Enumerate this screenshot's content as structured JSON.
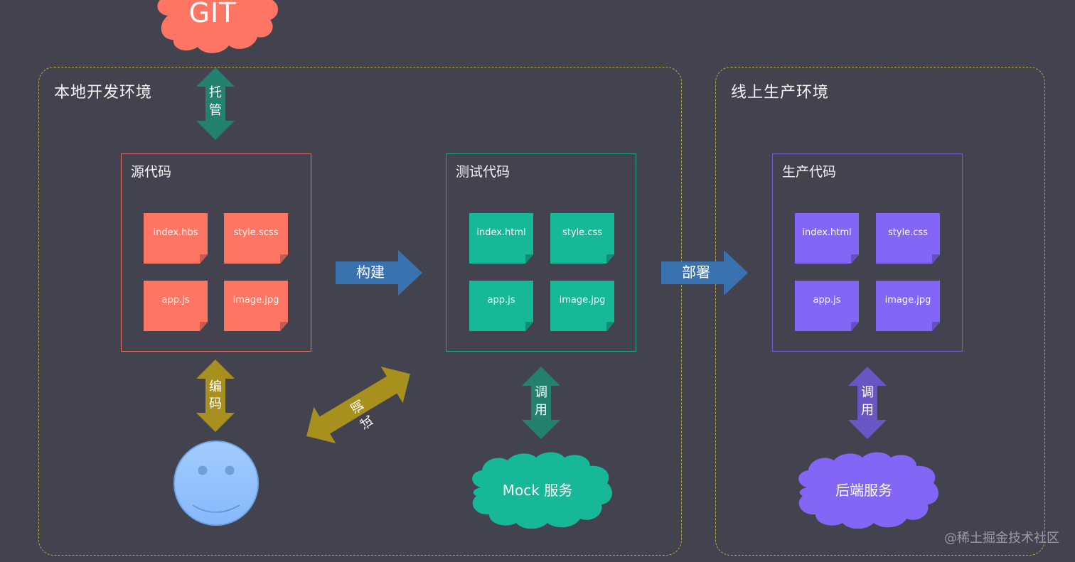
{
  "colors": {
    "background": "#42434f",
    "zone_border": "#b8a93a",
    "source": "#ff7563",
    "test": "#17b897",
    "prod": "#8466f7",
    "build_arrow": "#3a72b0",
    "git_cloud": "#ff7563",
    "host_arrow": "#24806f",
    "dev_arrow": "#a8901f",
    "call_arrow_test": "#24806f",
    "call_arrow_prod": "#6a55c4",
    "smiley": "#93c3ff"
  },
  "git": {
    "label": "GIT",
    "icon": "cloud-icon"
  },
  "zones": {
    "local": {
      "title": "本地开发环境"
    },
    "online": {
      "title": "线上生产环境"
    }
  },
  "groups": {
    "source": {
      "title": "源代码",
      "files": [
        "index.hbs",
        "style.scss",
        "app.js",
        "image.jpg"
      ]
    },
    "test": {
      "title": "测试代码",
      "files": [
        "index.html",
        "style.css",
        "app.js",
        "image.jpg"
      ]
    },
    "prod": {
      "title": "生产代码",
      "files": [
        "index.html",
        "style.css",
        "app.js",
        "image.jpg"
      ]
    }
  },
  "arrows": {
    "host": {
      "chars": [
        "托",
        "管"
      ]
    },
    "build": {
      "label": "构建"
    },
    "deploy": {
      "label": "部署"
    },
    "code": {
      "chars": [
        "编",
        "码"
      ]
    },
    "debug": {
      "label": "调试"
    },
    "call_mock": {
      "chars": [
        "调",
        "用"
      ]
    },
    "call_backend": {
      "chars": [
        "调",
        "用"
      ]
    }
  },
  "developer": {
    "icon": "smiley-face-icon"
  },
  "services": {
    "mock": {
      "label": "Mock 服务"
    },
    "backend": {
      "label": "后端服务"
    }
  },
  "watermark": "@稀土掘金技术社区"
}
